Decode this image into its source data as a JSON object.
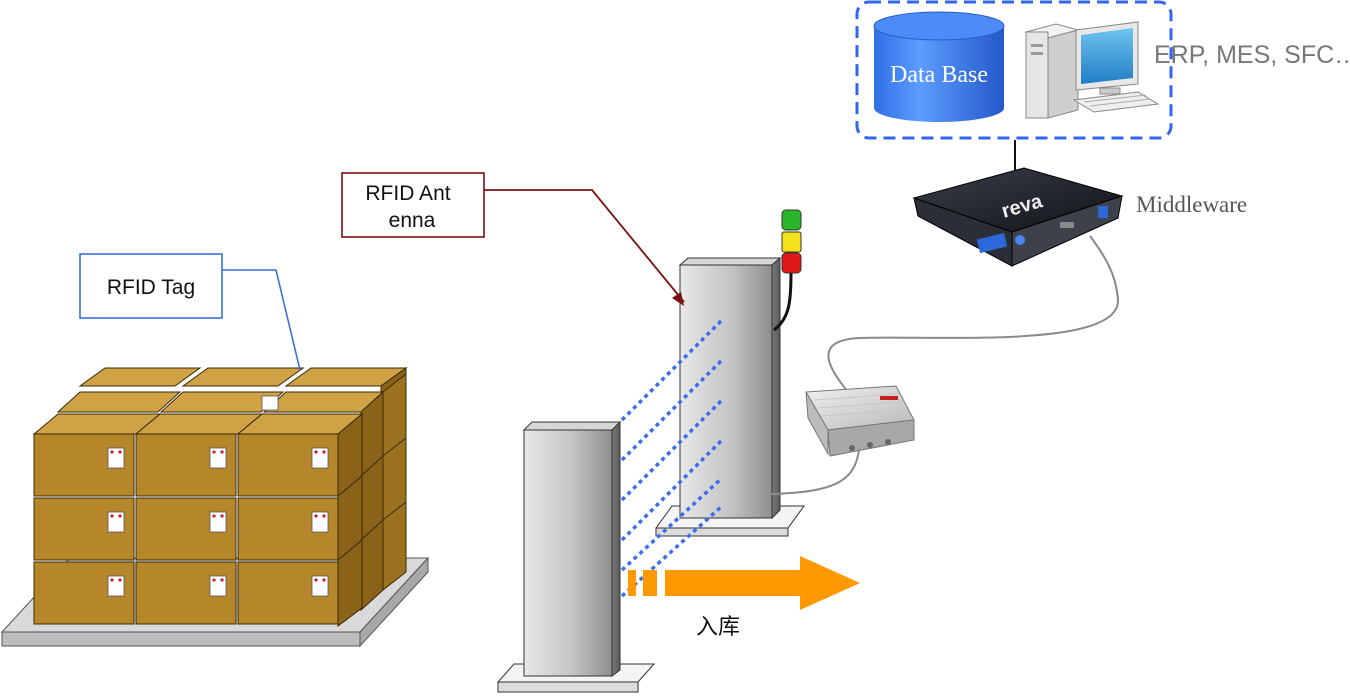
{
  "labels": {
    "rfid_tag": "RFID Tag",
    "rfid_antenna_line1": "RFID Ant",
    "rfid_antenna_line2": "enna",
    "database": "Data Base",
    "systems": "ERP, MES, SFC…",
    "middleware": "Middleware",
    "inbound": "入库",
    "middleware_brand": "reva"
  },
  "colors": {
    "box": "#b5862a",
    "box_top": "#cfa246",
    "box_side": "#8a6218",
    "tag_callout": "#3b6fd8",
    "antenna_callout": "#7a1212",
    "rf_wave": "#3d6df0",
    "arrow": "#ff9900",
    "database": "#3a7ff2",
    "dashed_frame": "#3366ee",
    "light_green": "#2bb52b",
    "light_yellow": "#f5e11a",
    "light_red": "#e01818"
  },
  "icons": {
    "pallet": "pallet-with-boxes-icon",
    "portal": "rfid-portal-icon",
    "reader": "rfid-reader-icon",
    "middleware": "middleware-server-icon",
    "database": "database-cylinder-icon",
    "computer": "desktop-computer-icon",
    "stack_light": "signal-tower-light-icon"
  }
}
